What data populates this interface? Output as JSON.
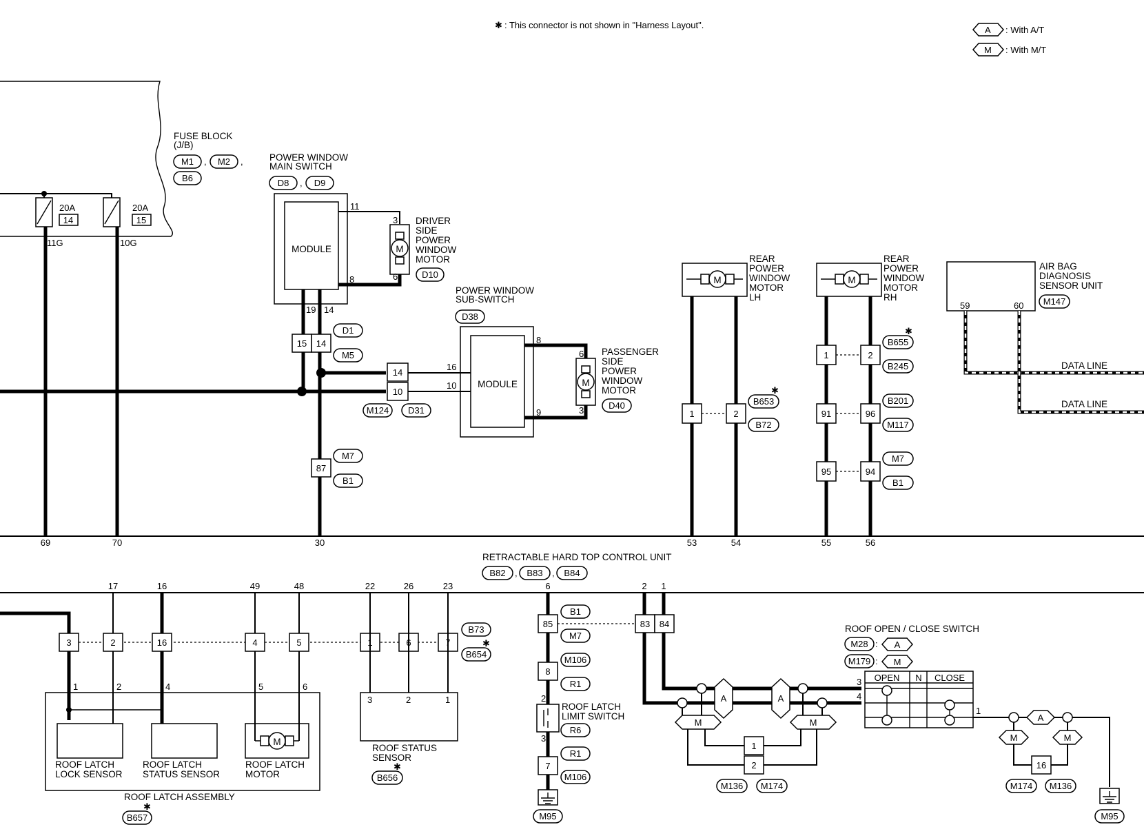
{
  "header": {
    "note_mark": "✱",
    "note": ": This connector is not shown in \"Harness Layout\".",
    "legend": [
      {
        "symbol": "A",
        "text": ": With A/T"
      },
      {
        "symbol": "M",
        "text": ": With M/T"
      }
    ]
  },
  "components": {
    "fuse_block": {
      "title1": "FUSE BLOCK",
      "title2": "(J/B)",
      "connectors": [
        "M1",
        "M2",
        "B6"
      ],
      "fuses": [
        {
          "amp": "20A",
          "num": "14",
          "term": "11G"
        },
        {
          "amp": "20A",
          "num": "15",
          "term": "10G"
        }
      ]
    },
    "pw_main_switch": {
      "title1": "POWER WINDOW",
      "title2": "MAIN SWITCH",
      "connectors": [
        "D8",
        "D9"
      ],
      "module": "MODULE"
    },
    "driver_motor": {
      "lines": [
        "DRIVER",
        "SIDE",
        "POWER",
        "WINDOW",
        "MOTOR"
      ],
      "connector": "D10"
    },
    "pw_sub_switch": {
      "title1": "POWER WINDOW",
      "title2": "SUB-SWITCH",
      "connector": "D38",
      "module": "MODULE"
    },
    "passenger_motor": {
      "lines": [
        "PASSENGER",
        "SIDE",
        "POWER",
        "WINDOW",
        "MOTOR"
      ],
      "connector": "D40"
    },
    "rear_lh": {
      "lines": [
        "REAR",
        "POWER",
        "WINDOW",
        "MOTOR",
        "LH"
      ]
    },
    "rear_rh": {
      "lines": [
        "REAR",
        "POWER",
        "WINDOW",
        "MOTOR",
        "RH"
      ]
    },
    "airbag": {
      "lines": [
        "AIR BAG",
        "DIAGNOSIS",
        "SENSOR UNIT"
      ],
      "connector": "M147",
      "data_line": "DATA LINE"
    },
    "control_unit": {
      "title": "RETRACTABLE HARD TOP CONTROL UNIT",
      "connectors": [
        "B82",
        "B83",
        "B84"
      ]
    },
    "roof_latch_assembly": {
      "title": "ROOF LATCH ASSEMBLY",
      "connector": "B657",
      "lock_sensor": [
        "ROOF LATCH",
        "LOCK SENSOR"
      ],
      "status_sensor": [
        "ROOF LATCH",
        "STATUS SENSOR"
      ],
      "motor": [
        "ROOF LATCH",
        "MOTOR"
      ]
    },
    "roof_status_sensor": {
      "lines": [
        "ROOF STATUS",
        "SENSOR"
      ],
      "connector": "B656"
    },
    "roof_latch_limit_switch": {
      "lines": [
        "ROOF LATCH",
        "LIMIT SWITCH"
      ],
      "connector": "R6"
    },
    "roof_open_close_switch": {
      "title": "ROOF OPEN / CLOSE SWITCH",
      "connectors": [
        "M28",
        "M179"
      ],
      "table": [
        "OPEN",
        "N",
        "CLOSE"
      ]
    }
  },
  "connector_refs": {
    "d1": "D1",
    "m5": "M5",
    "m124": "M124",
    "d31": "D31",
    "m7": "M7",
    "b1": "B1",
    "b653": "B653",
    "b72": "B72",
    "b655": "B655",
    "b245": "B245",
    "b201": "B201",
    "m117": "M117",
    "m7b": "M7",
    "b1b": "B1",
    "b73": "B73",
    "b654": "B654",
    "b1c": "B1",
    "m7c": "M7",
    "m106": "M106",
    "r1": "R1",
    "r1b": "R1",
    "m106b": "M106",
    "m95": "M95",
    "m136": "M136",
    "m174": "M174",
    "m174b": "M174",
    "m136b": "M136",
    "m95b": "M95"
  },
  "pins": {
    "p11": "11",
    "p3": "3",
    "p8": "8",
    "p6": "6",
    "p19": "19",
    "p14": "14",
    "j15": "15",
    "j14": "14",
    "c14": "14",
    "c10": "10",
    "p16": "16",
    "p10": "10",
    "s8": "8",
    "s9": "9",
    "s6": "6",
    "s3": "3",
    "c87": "87",
    "lh1": "1",
    "lh2": "2",
    "rh1": "1",
    "rh2": "2",
    "rh91": "91",
    "rh96": "96",
    "rh95": "95",
    "rh94": "94",
    "ab59": "59",
    "ab60": "60",
    "cu69": "69",
    "cu70": "70",
    "cu30": "30",
    "cu53": "53",
    "cu54": "54",
    "cu55": "55",
    "cu56": "56",
    "cu17": "17",
    "cu16": "16",
    "cu49": "49",
    "cu48": "48",
    "cu22": "22",
    "cu26": "26",
    "cu23": "23",
    "cu6": "6",
    "cu2": "2",
    "cu1": "1",
    "k3": "3",
    "k2": "2",
    "k16": "16",
    "k4": "4",
    "k5": "5",
    "k1": "1",
    "k6": "6",
    "k7": "7",
    "a1": "1",
    "a2": "2",
    "a4": "4",
    "a5": "5",
    "a6": "6",
    "r3": "3",
    "r2": "2",
    "r1": "1",
    "k85": "85",
    "k8": "8",
    "ls2": "2",
    "ls3": "3",
    "k7b": "7",
    "k83": "83",
    "k84": "84",
    "sw3": "3",
    "sw4": "4",
    "sw1": "1",
    "j1": "1",
    "j2": "2",
    "j16": "16",
    "A": "A",
    "M": "M"
  }
}
